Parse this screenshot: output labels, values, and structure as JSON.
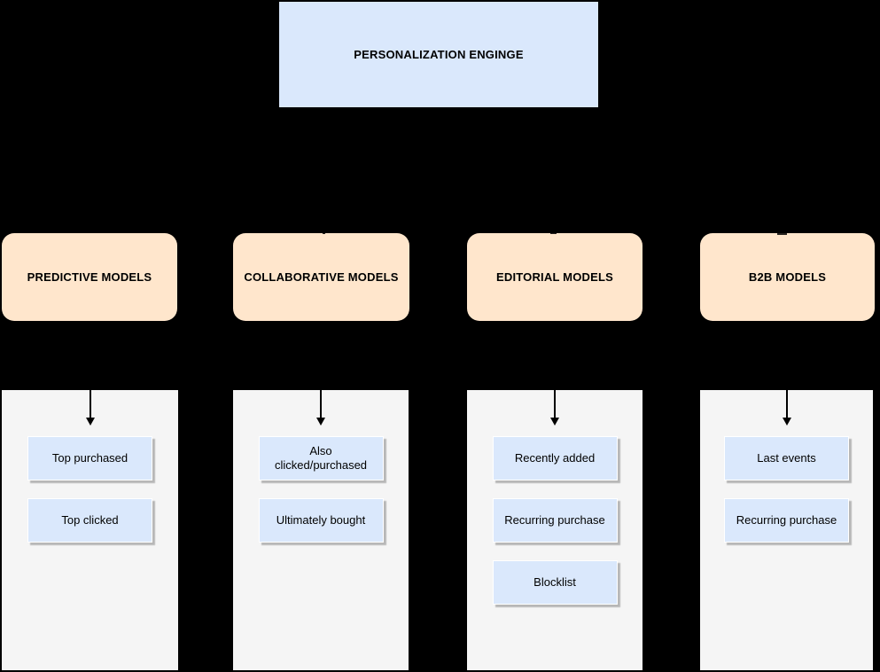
{
  "root": {
    "title": "PERSONALIZATION ENGINGE"
  },
  "columns": [
    {
      "header": "PREDICTIVE MODELS",
      "items": [
        "Top purchased",
        "Top clicked"
      ]
    },
    {
      "header": "COLLABORATIVE MODELS",
      "items": [
        "Also clicked/purchased",
        "Ultimately bought"
      ]
    },
    {
      "header": "EDITORIAL MODELS",
      "items": [
        "Recently added",
        "Recurring purchase",
        "Blocklist"
      ]
    },
    {
      "header": "B2B MODELS",
      "items": [
        "Last events",
        "Recurring purchase"
      ]
    }
  ],
  "colors": {
    "background": "#000000",
    "root_fill": "#dae8fc",
    "header_fill": "#ffe6cc",
    "panel_fill": "#f5f5f5",
    "item_fill": "#dae8fc",
    "item_border": "#ffffff",
    "item_shadow": "#bdbdbd",
    "connector": "#000000",
    "text": "#000000"
  }
}
